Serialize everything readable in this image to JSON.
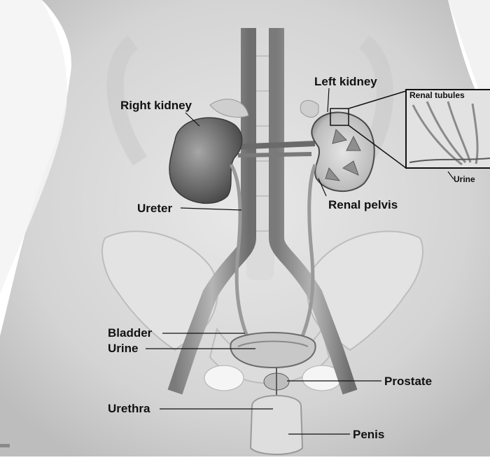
{
  "labels": {
    "right_kidney": "Right kidney",
    "left_kidney": "Left kidney",
    "renal_tubules": "Renal tubules",
    "urine_inset": "Urine",
    "ureter": "Ureter",
    "renal_pelvis": "Renal pelvis",
    "bladder": "Bladder",
    "urine": "Urine",
    "prostate": "Prostate",
    "urethra": "Urethra",
    "penis": "Penis"
  },
  "colors": {
    "background": "#ffffff",
    "body_skin": "#d6d6d6",
    "bone": "#e6e6e6",
    "vessel": "#8a8a8a",
    "kidney": "#6e6e6e",
    "label_text": "#111111"
  }
}
